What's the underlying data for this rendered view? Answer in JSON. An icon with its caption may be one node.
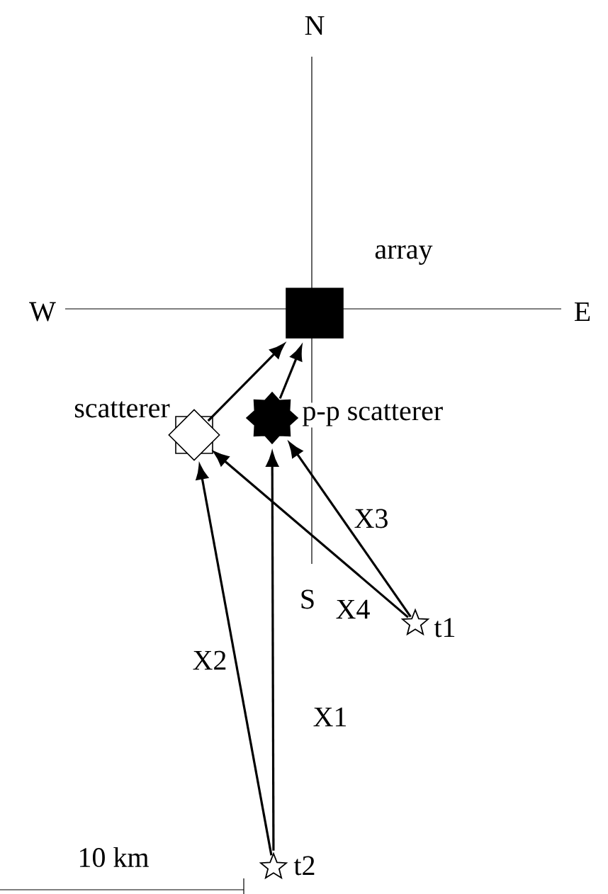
{
  "diagram": {
    "nodes": [
      {
        "text": [],
        "shape": "box",
        "beside": [
          "array"
        ]
      },
      {
        "text": [],
        "shape": "diamond",
        "beside": [
          "scatterer"
        ]
      },
      {
        "text": [],
        "shape": "star",
        "beside": [
          "p-p scatterer"
        ]
      },
      {
        "text": [],
        "shape": "star",
        "beside": [
          "t1"
        ]
      },
      {
        "text": [],
        "shape": "star",
        "beside": [
          "t2"
        ]
      }
    ],
    "edges": [
      {
        "from": 1,
        "to": 0,
        "arrow": "to"
      },
      {
        "from": 2,
        "to": 0,
        "arrow": "to"
      },
      {
        "from": 3,
        "to": 2,
        "arrow": "to",
        "label": "X3"
      },
      {
        "from": 3,
        "to": 1,
        "arrow": "to",
        "label": "X4"
      },
      {
        "from": 4,
        "to": 1,
        "arrow": "to",
        "label": "X2"
      },
      {
        "from": 4,
        "to": 2,
        "arrow": "to",
        "label": "X1"
      }
    ],
    "labels": [
      "N",
      "W",
      "E",
      "S",
      "10 km"
    ]
  }
}
